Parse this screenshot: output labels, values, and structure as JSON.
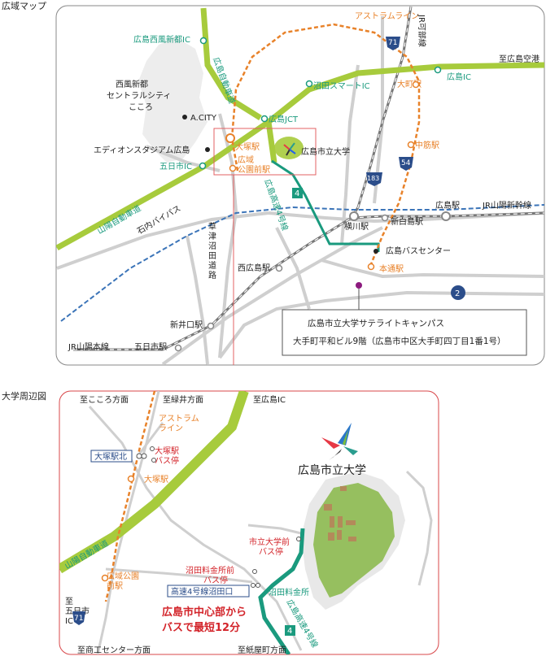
{
  "regional": {
    "section_title": "広域マップ",
    "astram_line": "アストラムライン",
    "sanyo_expressway": "山陽自動車道",
    "hiroshima_expressway": "広島自動車道",
    "expressway4": "広島高速4号線",
    "ic_nishifu": "広島西風新都IC",
    "ic_hiroshima": "広島IC",
    "ic_numata_smart": "沼田スマートIC",
    "jct_hiroshima": "広島JCT",
    "ic_itsukaichi": "五日市IC",
    "to_airport": "至広島空港",
    "jr_kabe_line": "JR可部線",
    "nishifu_city_1": "西風新都",
    "nishifu_city_2": "セントラルシティ",
    "nishifu_city_3": "こころ",
    "acity": "A.CITY",
    "edion_stadium": "エディオンスタジアム広島",
    "station_otsuka": "大塚駅",
    "station_koiki_1": "広域",
    "station_koiki_2": "公園前駅",
    "station_omachi": "大町駅",
    "station_nakasuji": "中筋駅",
    "station_hondori": "本通駅",
    "station_hiroshima": "広島駅",
    "station_yokogawa": "横川駅",
    "station_shinhakushima": "新白島駅",
    "station_nishihiroshima": "西広島駅",
    "station_shiniguchi": "新井口駅",
    "station_itsukaichi": "五日市駅",
    "bus_center": "広島バスセンター",
    "university": "広島市立大学",
    "jr_sanyo_shinkansen": "JR山陽新幹線",
    "jr_sanyo_main": "JR山陽本線",
    "ishiuchi_bypass": "石内バイパス",
    "kusatsu_road_1": "草",
    "kusatsu_road_2": "津",
    "kusatsu_road_3": "沼",
    "kusatsu_road_4": "田",
    "kusatsu_road_5": "道",
    "kusatsu_road_6": "路",
    "route_71": "71",
    "route_54": "54",
    "route_183": "183",
    "route_2": "2",
    "route_4": "4",
    "satellite_title": "広島市立大学サテライトキャンパス",
    "satellite_address": "大手町平和ビル9階（広島市中区大手町四丁目1番1号）"
  },
  "local": {
    "section_title": "大学周辺図",
    "to_kokoro": "至こころ方面",
    "to_midorii": "至緑井方面",
    "to_hiroshima_ic": "至広島IC",
    "astram_1": "アストラム",
    "astram_2": "ライン",
    "otsuka_north": "大塚駅北",
    "otsuka_bus_1": "大塚駅",
    "otsuka_bus_2": "バス停",
    "station_otsuka": "大塚駅",
    "university": "広島市立大学",
    "univ_bus_1": "市立大学前",
    "univ_bus_2": "バス停",
    "sanyo_expressway": "山陽自動車道",
    "to_itsukaichi_1": "至",
    "to_itsukaichi_2": "五日市",
    "to_itsukaichi_3": "IC",
    "koiki_1": "広域公園",
    "koiki_2": "前駅",
    "numata_bus_1": "沼田料金所前",
    "numata_bus_2": "バス停",
    "expressway_exit": "高速4号線沼田口",
    "numata_tollgate": "沼田料金所",
    "expressway4": "広島高速4号線",
    "access_1": "広島市中心部から",
    "access_2": "バスで最短12分",
    "route_71": "71",
    "route_4": "4",
    "to_shoko": "至商工センター方面",
    "to_kamiya": "至紙屋町方面"
  },
  "colors": {
    "expressway": "#a7cb3c",
    "astram": "#e8822a",
    "teal": "#1a9a7e",
    "road": "#c8c8c8",
    "jr": "#888888",
    "red_frame": "#d8474a",
    "route_badge": "#2b4d8a",
    "local_red": "#d3242a",
    "local_green": "#96bf5f",
    "purple": "#8c1a7e"
  }
}
